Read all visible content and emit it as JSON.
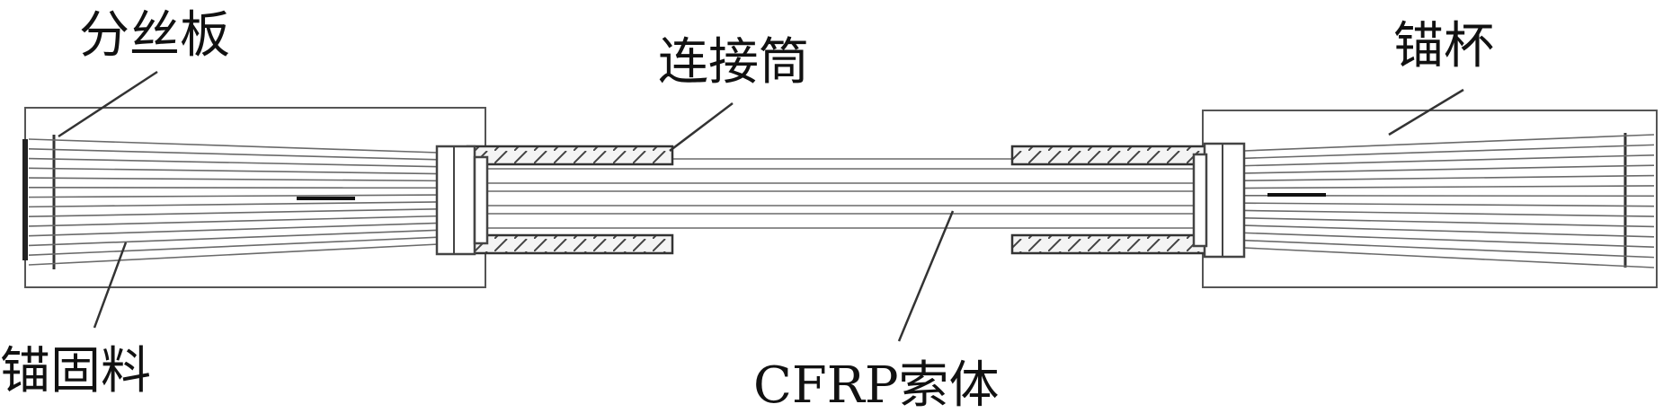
{
  "labels": {
    "splitter_plate": "分丝板",
    "connector_tube": "连接筒",
    "anchor_cup": "锚杯",
    "anchoring_material": "锚固料",
    "cfrp_cable": "CFRP索体"
  },
  "colors": {
    "line": "#555555",
    "text": "#111111",
    "background": "#ffffff"
  }
}
